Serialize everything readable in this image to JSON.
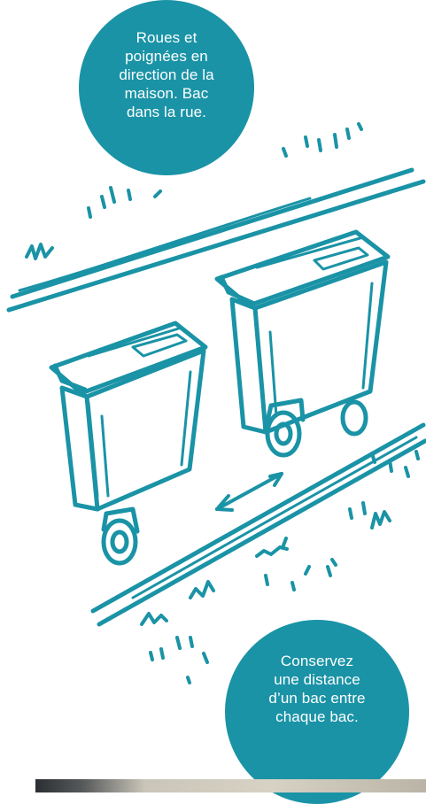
{
  "bubbles": {
    "top_text": "Roues et\npoignées en\ndirection de la\nmaison. Bac\ndans la rue.",
    "bottom_text": "Conservez\nune distance\nd’un bac entre\nchaque bac."
  },
  "illustration": {
    "subject": "two wheeled garbage bins on a street with spacing arrow",
    "stroke_color": "#1a93a6"
  },
  "photo_strip": {
    "subject": "cropped photograph at bottom edge"
  }
}
